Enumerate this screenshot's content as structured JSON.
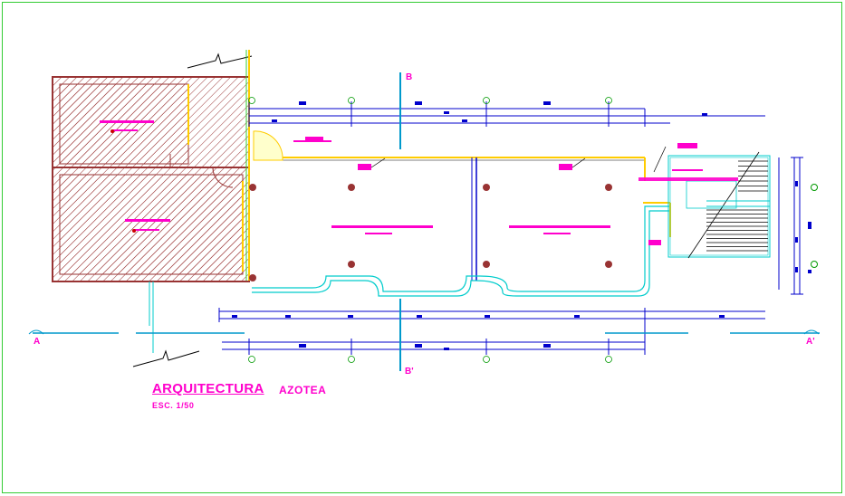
{
  "title": {
    "main": "ARQUITECTURA",
    "sub": "AZOTEA",
    "scale": "ESC. 1/50"
  },
  "section_marks": {
    "a_left": "A",
    "a_right": "A'",
    "b_top": "B",
    "b_bottom": "B'"
  },
  "colors": {
    "frame": "#33cc33",
    "walls": "#993333",
    "hatch": "#993333",
    "parapet": "#ffcc00",
    "cyan": "#00cccc",
    "dimension": "#0000cc",
    "labels": "#ff00cc",
    "black": "#000000"
  }
}
